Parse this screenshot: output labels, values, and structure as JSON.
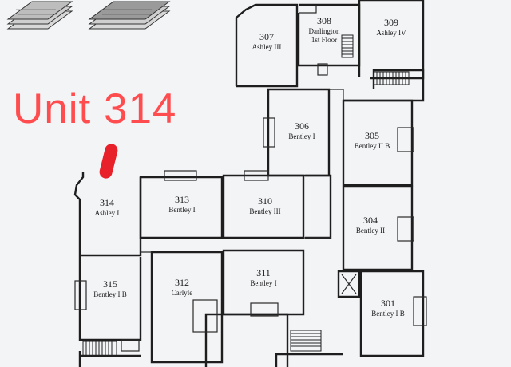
{
  "callout": {
    "text": "Unit 314",
    "color": "#ff4d4f",
    "marker_color": "#e8202a"
  },
  "units": [
    {
      "id": "301",
      "num": "301",
      "name": "Bentley I B"
    },
    {
      "id": "304",
      "num": "304",
      "name": "Bentley II"
    },
    {
      "id": "305",
      "num": "305",
      "name": "Bentley II B"
    },
    {
      "id": "306",
      "num": "306",
      "name": "Bentley I"
    },
    {
      "id": "307",
      "num": "307",
      "name": "Ashley III"
    },
    {
      "id": "308",
      "num": "308",
      "name": "Darlington",
      "name2": "1st Floor"
    },
    {
      "id": "309",
      "num": "309",
      "name": "Ashley IV"
    },
    {
      "id": "310",
      "num": "310",
      "name": "Bentley III"
    },
    {
      "id": "311",
      "num": "311",
      "name": "Bentley I"
    },
    {
      "id": "312",
      "num": "312",
      "name": "Carlyle"
    },
    {
      "id": "313",
      "num": "313",
      "name": "Bentley I"
    },
    {
      "id": "314",
      "num": "314",
      "name": "Ashley I"
    },
    {
      "id": "315",
      "num": "315",
      "name": "Bentley I B"
    }
  ]
}
